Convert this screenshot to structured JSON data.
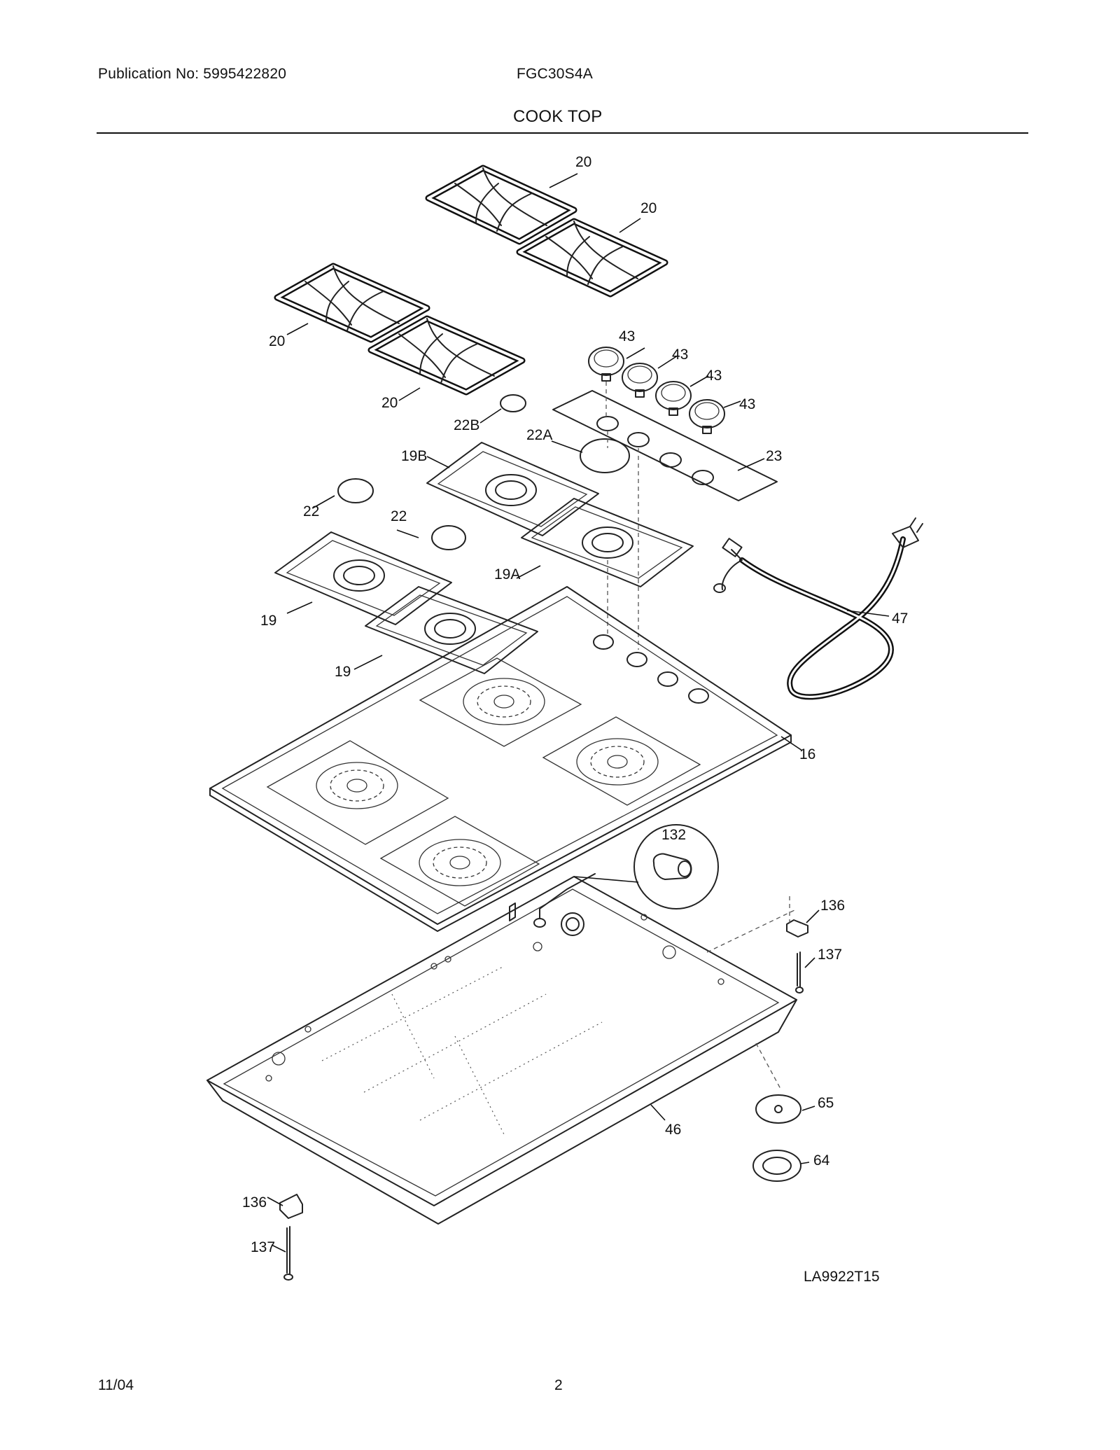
{
  "header": {
    "publication": "Publication No: 5995422820",
    "model": "FGC30S4A",
    "section_title": "COOK TOP"
  },
  "footer": {
    "date": "11/04",
    "page": "2"
  },
  "diagram": {
    "drawing_id": "LA9922T15",
    "callouts": [
      "20",
      "20",
      "20",
      "20",
      "43",
      "43",
      "43",
      "43",
      "22B",
      "22A",
      "23",
      "19B",
      "22",
      "22",
      "19A",
      "47",
      "19",
      "19",
      "16",
      "132",
      "136",
      "137",
      "65",
      "46",
      "64",
      "136",
      "137"
    ]
  }
}
